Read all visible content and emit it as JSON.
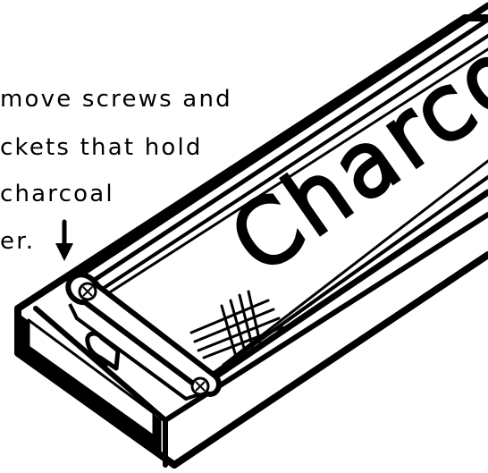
{
  "annotation": {
    "lines": [
      "move screws and",
      "ckets that hold",
      "charcoal",
      "er."
    ]
  },
  "label": {
    "product_text": "Charco"
  },
  "colors": {
    "ink": "#000000",
    "paper": "#ffffff"
  },
  "icons": [
    "arrow-down-icon",
    "screw-icon",
    "crosshatch-icon"
  ]
}
